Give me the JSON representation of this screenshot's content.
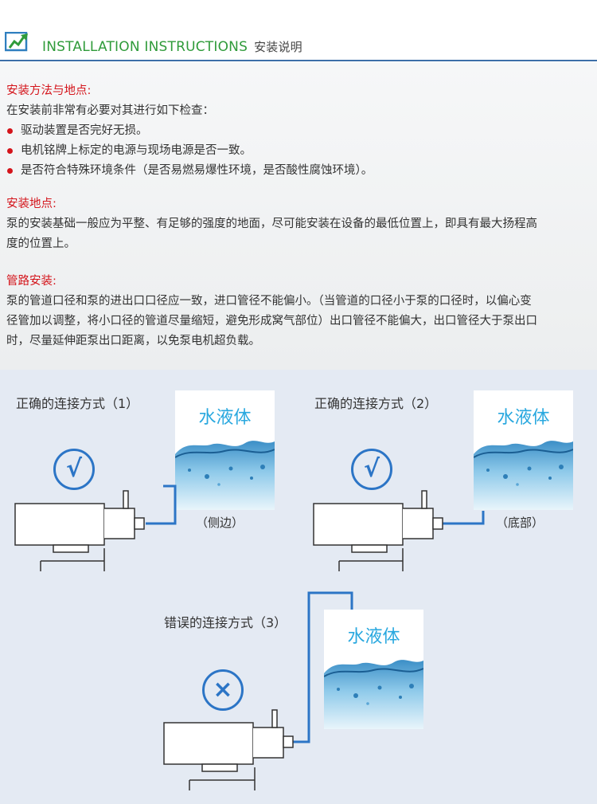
{
  "header": {
    "title_en": "INSTALLATION INSTRUCTIONS",
    "title_cn": "安装说明"
  },
  "sections": [
    {
      "title": "安装方法与地点:",
      "intro": "在安装前非常有必要对其进行如下检查：",
      "bullets": [
        "驱动装置是否完好无损。",
        "电机铭牌上标定的电源与现场电源是否一致。",
        "是否符合特殊环境条件（是否易燃易爆性环境，是否酸性腐蚀环境）。"
      ]
    },
    {
      "title": "安装地点:",
      "lines": [
        "泵的安装基础一般应为平整、有足够的强度的地面，尽可能安装在设备的最低位置上，即具有最大扬程高",
        "度的位置上。"
      ]
    },
    {
      "title": "管路安装:",
      "lines": [
        "泵的管道口径和泵的进出口口径应一致，进口管径不能偏小。（当管道的口径小于泵的口径时，以偏心变",
        "径管加以调整，将小口径的管道尽量缩短，避免形成窝气部位）出口管径不能偏大，出口管径大于泵出口",
        "时，尽量延伸距泵出口距离，以免泵电机超负载。"
      ]
    }
  ],
  "diagrams": {
    "d1": {
      "label": "正确的连接方式（1）",
      "water": "水液体",
      "position": "（侧边）",
      "mark": "√"
    },
    "d2": {
      "label": "正确的连接方式（2）",
      "water": "水液体",
      "position": "（底部）",
      "mark": "√"
    },
    "d3": {
      "label": "错误的连接方式（3）",
      "water": "水液体",
      "mark": "×"
    }
  },
  "colors": {
    "accent_red": "#d4141b",
    "accent_blue": "#2c75c6",
    "water_blue": "#29a8df",
    "header_green": "#2f9b3a"
  }
}
